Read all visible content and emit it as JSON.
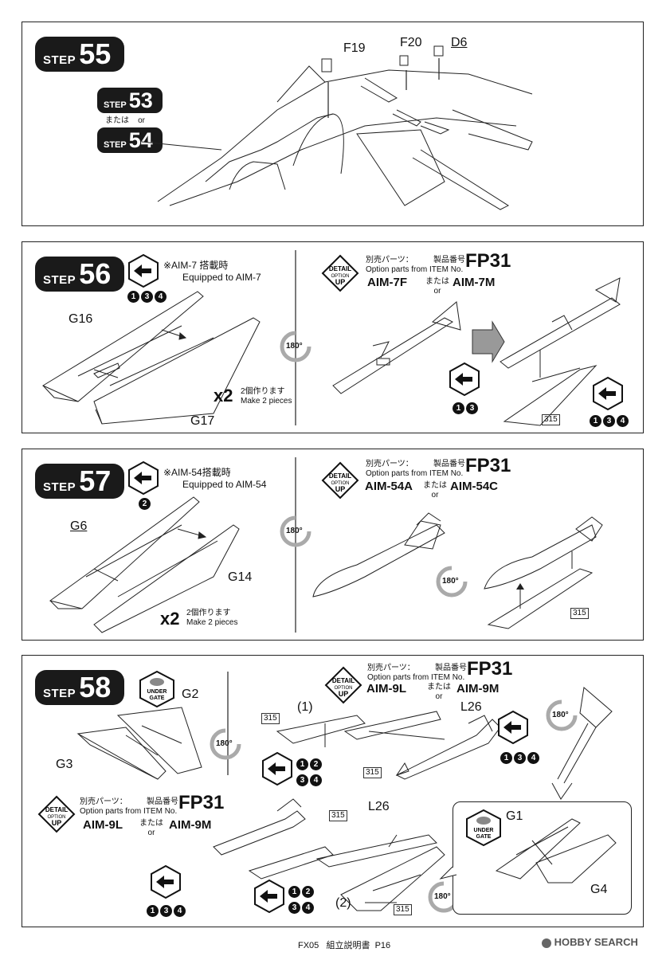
{
  "step55": {
    "step_word": "STEP",
    "step_num": "55",
    "ref1_word": "STEP",
    "ref1_num": "53",
    "or_jp": "または",
    "or_en": "or",
    "ref2_word": "STEP",
    "ref2_num": "54",
    "parts": [
      "F19",
      "F20",
      "D6"
    ]
  },
  "step56": {
    "step_word": "STEP",
    "step_num": "56",
    "note_jp": "※AIM-7 搭載時",
    "note_en": "Equipped to AIM-7",
    "options": [
      "1",
      "3",
      "4"
    ],
    "parts": [
      "G16",
      "G17"
    ],
    "x2": "x2",
    "make_jp": "2個作ります",
    "make_en": "Make 2 pieces",
    "rotate": "180°",
    "detail": {
      "top": "DETAIL",
      "mid": "OPTION",
      "bot": "UP"
    },
    "option_jp": "別売パーツ：",
    "option_en": "Option parts from ITEM No.",
    "item_jp": "製品番号",
    "item_no": "FP31",
    "missile_a": "AIM-7F",
    "or_jp": "または",
    "or_en": "or",
    "missile_b": "AIM-7M",
    "options_left": [
      "1",
      "3"
    ],
    "options_right": [
      "1",
      "3",
      "4"
    ],
    "part315": "315"
  },
  "step57": {
    "step_word": "STEP",
    "step_num": "57",
    "note_jp": "※AIM-54搭載時",
    "note_en": "Equipped to AIM-54",
    "options": [
      "2"
    ],
    "parts": [
      "G6",
      "G14"
    ],
    "x2": "x2",
    "make_jp": "2個作ります",
    "make_en": "Make 2 pieces",
    "rotate": "180°",
    "detail": {
      "top": "DETAIL",
      "mid": "OPTION",
      "bot": "UP"
    },
    "option_jp": "別売パーツ：",
    "option_en": "Option parts from ITEM No.",
    "item_jp": "製品番号",
    "item_no": "FP31",
    "missile_a": "AIM-54A",
    "or_jp": "または",
    "or_en": "or",
    "missile_b": "AIM-54C",
    "rotate2": "180°",
    "part315": "315"
  },
  "step58": {
    "step_word": "STEP",
    "step_num": "58",
    "under_gate": [
      "UNDER",
      "GATE"
    ],
    "parts": [
      "G2",
      "G3"
    ],
    "rotate": "180°",
    "detail": {
      "top": "DETAIL",
      "mid": "OPTION",
      "bot": "UP"
    },
    "option_jp": "別売パーツ：",
    "option_en": "Option parts from ITEM No.",
    "item_jp": "製品番号",
    "item_no": "FP31",
    "missile_a": "AIM-9L",
    "or_jp": "または",
    "or_en": "or",
    "missile_b": "AIM-9M",
    "label1": "(1)",
    "l26": "L26",
    "part315": "315",
    "opts_a": [
      "1",
      "2"
    ],
    "opts_b": [
      "3",
      "4"
    ],
    "opts_c": [
      "1",
      "3",
      "4"
    ],
    "rotate2": "180°",
    "lower": {
      "detail": {
        "top": "DETAIL",
        "mid": "OPTION",
        "bot": "UP"
      },
      "option_jp": "別売パーツ：",
      "option_en": "Option parts from ITEM No.",
      "item_jp": "製品番号",
      "item_no": "FP31",
      "missile_a": "AIM-9L",
      "or_jp": "または",
      "or_en": "or",
      "missile_b": "AIM-9M",
      "l26": "L26",
      "label2": "(2)",
      "part315": "315",
      "opts_a": [
        "1",
        "2"
      ],
      "opts_b": [
        "3",
        "4"
      ],
      "opts_c": [
        "1",
        "3",
        "4"
      ],
      "rotate": "180°"
    },
    "inset": {
      "under_gate": [
        "UNDER",
        "GATE"
      ],
      "parts": [
        "G1",
        "G4"
      ]
    }
  },
  "footer": {
    "code": "FX05",
    "title": "組立説明書",
    "page": "P16"
  },
  "watermark": {
    "brand": "HOBBY SEARCH"
  }
}
